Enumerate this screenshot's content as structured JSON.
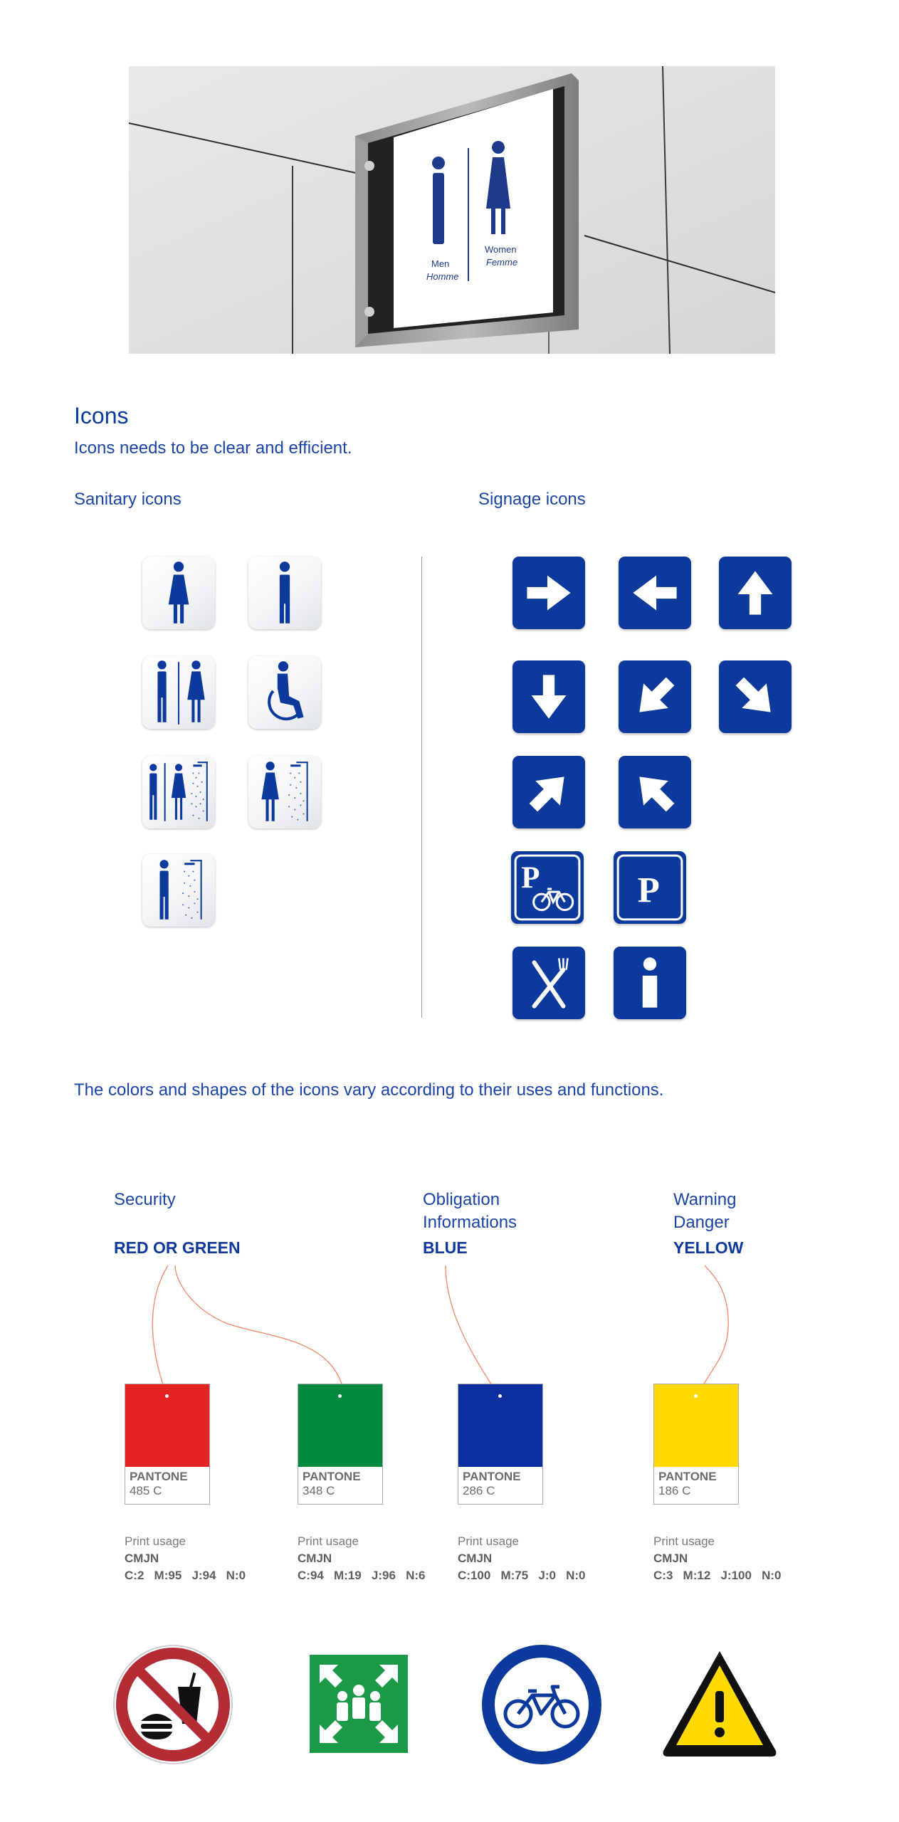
{
  "photo": {
    "sign_label_men": "Men",
    "sign_label_men_fr": "Homme",
    "sign_label_women": "Women",
    "sign_label_women_fr": "Femme"
  },
  "icons_section": {
    "title": "Icons",
    "intro": "Icons needs to be clear and efficient.",
    "sanitary_title": "Sanitary icons",
    "signage_title": "Signage icons",
    "sanitary_icons": [
      "woman-icon",
      "man-icon",
      "men-women-icon",
      "wheelchair-icon",
      "men-women-shower-icon",
      "woman-shower-icon",
      "man-shower-icon"
    ],
    "signage_icons": [
      "arrow-right-icon",
      "arrow-left-icon",
      "arrow-up-icon",
      "arrow-down-icon",
      "arrow-down-left-icon",
      "arrow-down-right-icon",
      "arrow-up-right-icon",
      "arrow-up-left-icon",
      "parking-bike-icon",
      "parking-icon",
      "restaurant-icon",
      "information-icon"
    ],
    "signage_color": "#0b3a9c"
  },
  "colors_section": {
    "intro": "The colors and shapes of the icons vary according to their uses and functions.",
    "groups": [
      {
        "line1": "Security",
        "line2": "",
        "value": "RED OR GREEN"
      },
      {
        "line1": "Obligation",
        "line2": "Informations",
        "value": "BLUE"
      },
      {
        "line1": "Warning",
        "line2": "Danger",
        "value": "YELLOW"
      }
    ],
    "swatches": [
      {
        "color": "#e42322",
        "pantone_label": "PANTONE",
        "pantone_code": "485 C",
        "print_label": "Print usage",
        "cmjn_label": "CMJN",
        "values": "C:2   M:95   J:94   N:0"
      },
      {
        "color": "#008a3e",
        "pantone_label": "PANTONE",
        "pantone_code": "348 C",
        "print_label": "Print usage",
        "cmjn_label": "CMJN",
        "values": "C:94   M:19   J:96   N:6"
      },
      {
        "color": "#0b2f9f",
        "pantone_label": "PANTONE",
        "pantone_code": "286 C",
        "print_label": "Print usage",
        "cmjn_label": "CMJN",
        "values": "C:100   M:75   J:0   N:0"
      },
      {
        "color": "#ffd900",
        "pantone_label": "PANTONE",
        "pantone_code": "186 C",
        "print_label": "Print usage",
        "cmjn_label": "CMJN",
        "values": "C:3   M:12   J:100   N:0"
      }
    ],
    "bottom_icons": [
      "no-food-drink-icon",
      "assembly-point-icon",
      "bicycle-mandatory-icon",
      "warning-icon"
    ]
  }
}
